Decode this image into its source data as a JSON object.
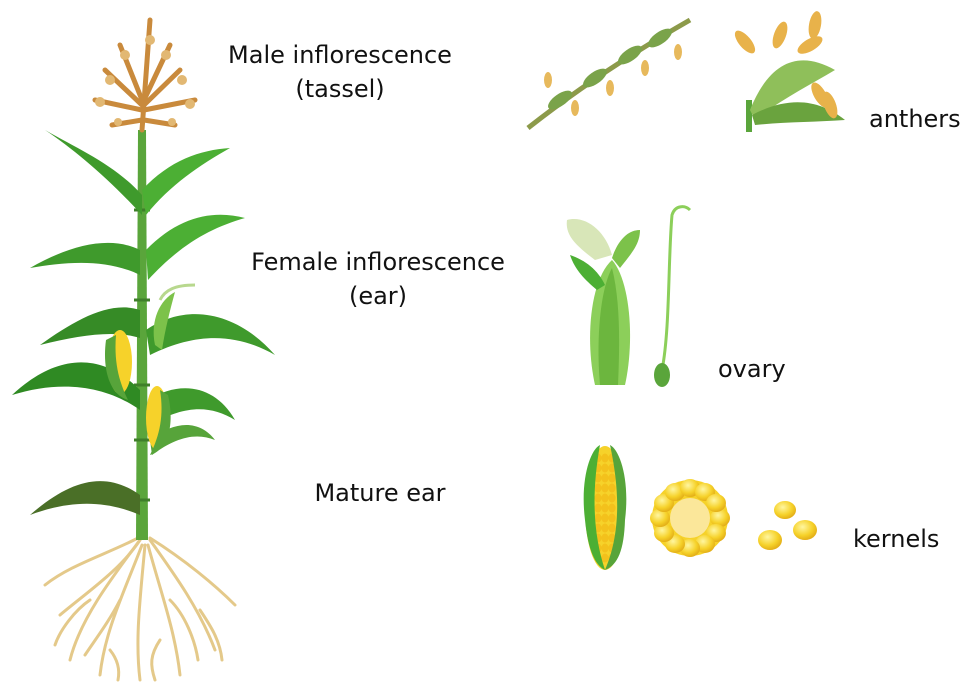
{
  "labels": {
    "male_line1": "Male inflorescence",
    "male_line2": "(tassel)",
    "female_line1": "Female inflorescence",
    "female_line2": "(ear)",
    "mature": "Mature ear",
    "anthers": "anthers",
    "ovary": "ovary",
    "kernels": "kernels"
  },
  "colors": {
    "leaf": "#3f9a2c",
    "leaf_light": "#7cc24a",
    "leaf_dark": "#2f6f21",
    "stalk": "#5aa53b",
    "tassel": "#c98a3c",
    "kernel": "#f6d22a",
    "kernel_shade": "#e0a814",
    "root": "#e9d39a"
  }
}
